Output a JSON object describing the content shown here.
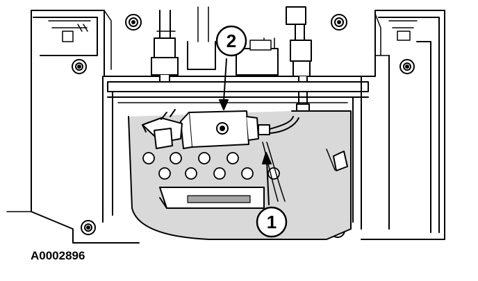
{
  "figure": {
    "code": "A0002896"
  },
  "callouts": [
    {
      "label": "1",
      "target": "wiring-harness-connector"
    },
    {
      "label": "2",
      "target": "switch-module"
    }
  ],
  "colors": {
    "ink": "#000000",
    "paper": "#ffffff",
    "shade": "#d9d9d9",
    "shade_dark": "#a6a6a6"
  }
}
